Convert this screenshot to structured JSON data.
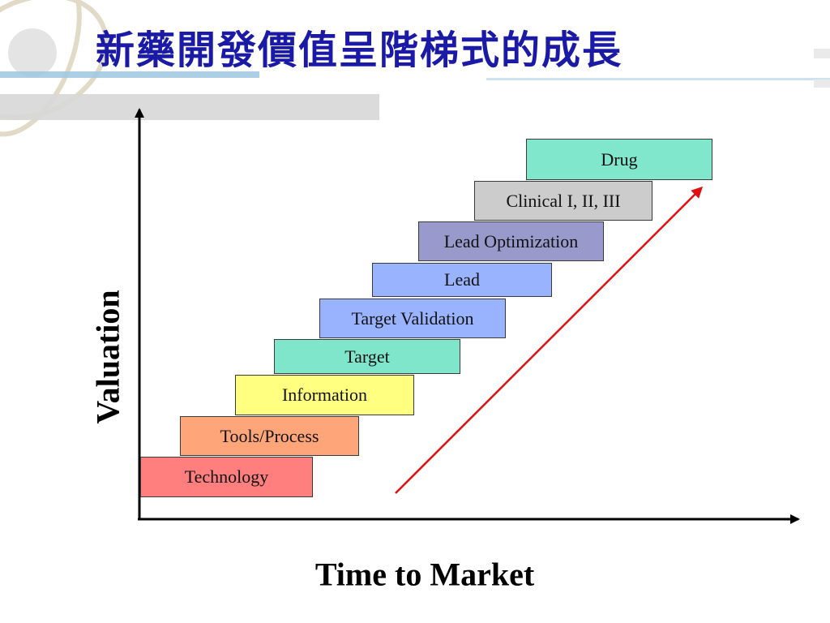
{
  "title": "新藥開發價值呈階梯式的成長",
  "axes": {
    "y_label": "Valuation",
    "x_label": "Time to Market"
  },
  "steps": [
    {
      "label": "Technology",
      "color": "#ff7f7f"
    },
    {
      "label": "Tools/Process",
      "color": "#ffa57a"
    },
    {
      "label": "Information",
      "color": "#ffff80"
    },
    {
      "label": "Target",
      "color": "#7fe6cc"
    },
    {
      "label": "Target Validation",
      "color": "#99b3ff"
    },
    {
      "label": "Lead",
      "color": "#99b3ff"
    },
    {
      "label": "Lead Optimization",
      "color": "#9999cc"
    },
    {
      "label": "Clinical I, II, III",
      "color": "#cccccc"
    },
    {
      "label": "Drug",
      "color": "#80e6cc"
    }
  ],
  "colors": {
    "title": "#1a1aa6",
    "growth_arrow": "#e01010",
    "axis": "#000000"
  }
}
